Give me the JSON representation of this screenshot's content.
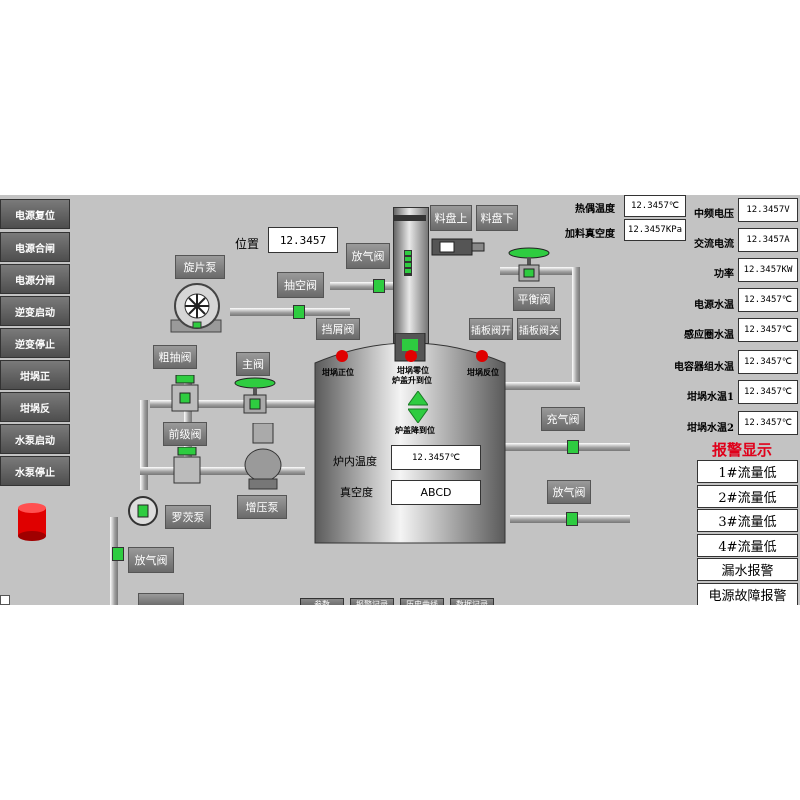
{
  "sidebar": [
    "电源复位",
    "电源合闸",
    "电源分闸",
    "逆变启动",
    "逆变停止",
    "坩埚正",
    "坩埚反",
    "水泵启动",
    "水泵停止"
  ],
  "position": {
    "label": "位置",
    "value": "12.3457"
  },
  "equipment": {
    "rotary_pump": "旋片泵",
    "pump_valve": "抽空阀",
    "vent_valve_top": "放气阀",
    "tray_up": "料盘上",
    "tray_down": "料盘下",
    "balance_valve": "平衡阀",
    "baffle_valve": "挡屑阀",
    "insert_open": "插板阀开",
    "insert_close": "插板阀关",
    "rough_valve": "粗抽阀",
    "main_valve": "主阀",
    "fore_valve": "前级阀",
    "roots_pump": "罗茨泵",
    "booster_pump": "增压泵",
    "vent_valve_bottom": "放气阀",
    "fill_valve": "充气阀",
    "vent_valve_right": "放气阀"
  },
  "indicators": {
    "crucible_pos": "坩埚正位",
    "crucible_zero": "坩埚零位",
    "lid_up": "炉盖升到位",
    "crucible_rev": "坩埚反位",
    "lid_down": "炉盖降到位"
  },
  "furnace": {
    "temp_label": "炉内温度",
    "temp_value": "12.3457℃",
    "vac_label": "真空度",
    "vac_value": "ABCD"
  },
  "top_readouts": [
    {
      "label": "热偶温度",
      "value": "12.3457℃"
    },
    {
      "label": "加料真空度",
      "value": "12.3457KPa"
    }
  ],
  "right_readouts": [
    {
      "label": "中频电压",
      "value": "12.3457V"
    },
    {
      "label": "交流电流",
      "value": "12.3457A"
    },
    {
      "label": "功率",
      "value": "12.3457KW"
    },
    {
      "label": "电源水温",
      "value": "12.3457℃"
    },
    {
      "label": "感应圈水温",
      "value": "12.3457℃"
    },
    {
      "label": "电容器组水温",
      "value": "12.3457℃"
    },
    {
      "label": "坩埚水温1",
      "value": "12.3457℃"
    },
    {
      "label": "坩埚水温2",
      "value": "12.3457℃"
    }
  ],
  "alarm": {
    "title": "报警显示",
    "items": [
      "1#流量低",
      "2#流量低",
      "3#流量低",
      "4#流量低",
      "漏水报警",
      "电源故障报警"
    ]
  },
  "bottom_tabs": [
    "参数",
    "报警记录",
    "历史曲线",
    "数据记录"
  ],
  "colors": {
    "background": "#c3c3c3",
    "valve_green": "#2ecc40",
    "alarm_title": "#e0001a",
    "indicator_red": "#e00000"
  }
}
